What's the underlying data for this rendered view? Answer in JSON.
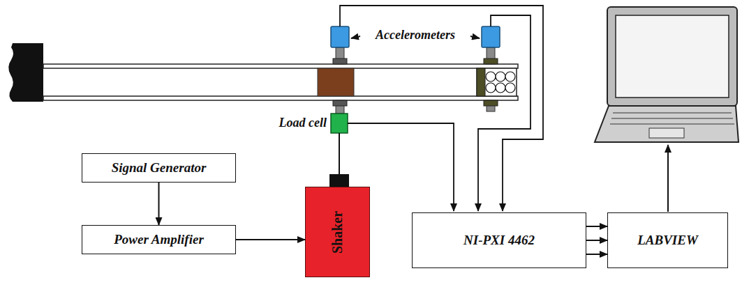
{
  "diagram": {
    "nodes": [
      {
        "text": [
          "Signal Generator"
        ]
      },
      {
        "text": [
          "Power Amplifier"
        ]
      },
      {
        "text": [
          "Shaker"
        ]
      },
      {
        "text": [
          "NI-PXI 4462"
        ]
      },
      {
        "text": [
          "LABVIEW"
        ]
      }
    ],
    "edges": [
      {
        "from": 0,
        "to": 1,
        "arrow": "to"
      },
      {
        "from": 1,
        "to": 2,
        "arrow": "to"
      },
      {
        "from": 3,
        "to": 4,
        "arrow": "to"
      },
      {
        "from": 3,
        "to": 4,
        "arrow": "to"
      },
      {
        "from": 3,
        "to": 4,
        "arrow": "to"
      }
    ],
    "labels": [
      "Accelerometers",
      "Load cell"
    ]
  }
}
